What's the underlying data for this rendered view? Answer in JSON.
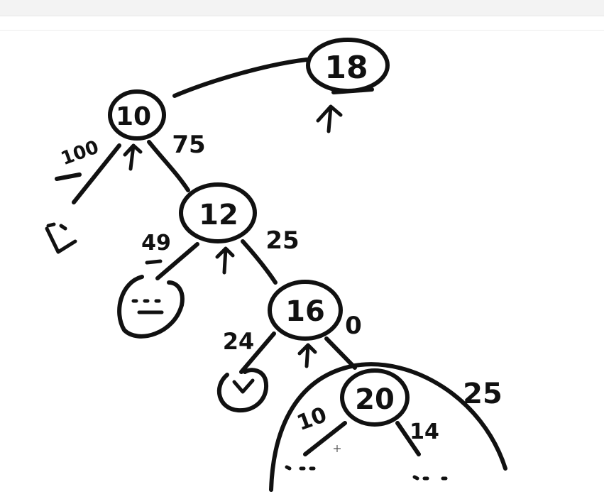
{
  "nodes": [
    {
      "id": "n18",
      "label": "18"
    },
    {
      "id": "n10",
      "label": "10"
    },
    {
      "id": "n12",
      "label": "12"
    },
    {
      "id": "n16",
      "label": "16"
    },
    {
      "id": "n20",
      "label": "20"
    }
  ],
  "edge_labels": {
    "e10_left": "100",
    "e10_right": "75",
    "e12_left": "49",
    "e12_right": "25",
    "e16_left": "24",
    "e16_right": "0",
    "e20_left": "10",
    "e20_right": "14",
    "e20_outer": "25"
  },
  "ink_color": "#111111"
}
